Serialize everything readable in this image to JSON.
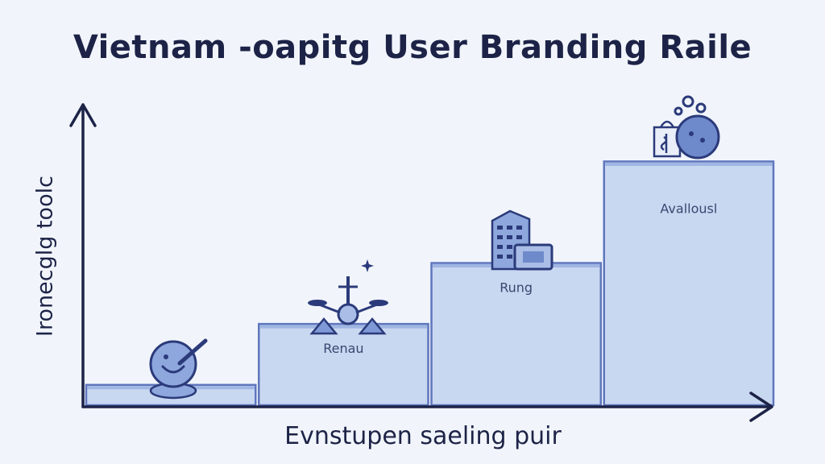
{
  "chart_data": {
    "type": "bar",
    "title": "Vietnam -oapitg User Branding Raile",
    "xlabel": "Evnstupen saeling puir",
    "ylabel": "Ironecglg toolc",
    "categories": [
      "",
      "Renau",
      "Rung",
      "Avallousl"
    ],
    "values": [
      1,
      4,
      7,
      12
    ],
    "ylim": [
      0,
      14
    ],
    "grid": false,
    "icons": [
      "smiley-pen-icon",
      "drone-tower-icon",
      "building-card-icon",
      "money-bag-person-icon"
    ],
    "bar_color": "#c9d8f1",
    "accent_color": "#5f76bd"
  }
}
